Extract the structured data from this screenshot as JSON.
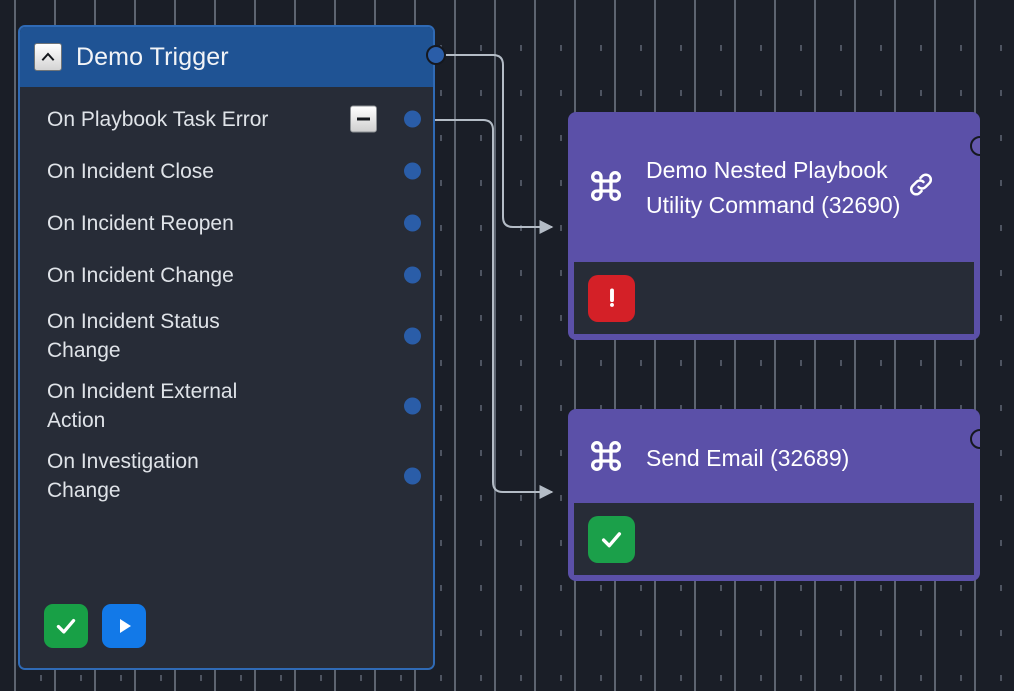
{
  "canvas": {
    "background_color": "#1a1e27",
    "grid_dot_color": "#575e6b"
  },
  "trigger_panel": {
    "title": "Demo Trigger",
    "header_color": "#1f5394",
    "border_color": "#2f6ab5",
    "body_color": "#272c37",
    "collapse_icon": "chevron-up-icon",
    "output_port_label": "",
    "rows": [
      {
        "label": "On Playbook Task Error",
        "has_minus": true,
        "port_color": "#2a5da8"
      },
      {
        "label": "On Incident Close",
        "has_minus": false,
        "port_color": "#2a5da8"
      },
      {
        "label": "On Incident Reopen",
        "has_minus": false,
        "port_color": "#2a5da8"
      },
      {
        "label": "On Incident Change",
        "has_minus": false,
        "port_color": "#2a5da8"
      },
      {
        "label": "On Incident Status Change",
        "has_minus": false,
        "port_color": "#2a5da8"
      },
      {
        "label": "On Incident External Action",
        "has_minus": false,
        "port_color": "#2a5da8"
      },
      {
        "label": "On Investigation Change",
        "has_minus": false,
        "port_color": "#2a5da8"
      }
    ],
    "footer_buttons": [
      {
        "icon": "check-icon",
        "color": "#18a046"
      },
      {
        "icon": "play-icon",
        "color": "#1279e8"
      }
    ]
  },
  "nodes": [
    {
      "id": "nested",
      "title": "Demo Nested Playbook Utility Command (32690)",
      "icon": "command-icon",
      "link_icon": "link-icon",
      "color": "#5b50a8",
      "status": {
        "icon": "exclamation-icon",
        "state": "error",
        "color": "#d42027"
      }
    },
    {
      "id": "email",
      "title": "Send Email (32689)",
      "icon": "command-icon",
      "color": "#5b50a8",
      "status": {
        "icon": "check-icon",
        "state": "success",
        "color": "#1ba04a"
      }
    }
  ],
  "edges": [
    {
      "from": "trigger-output-port",
      "to": "node-nested",
      "color": "#b4bcc6"
    },
    {
      "from": "trigger-row-on-playbook-task-error",
      "to": "node-email",
      "color": "#b4bcc6"
    }
  ]
}
